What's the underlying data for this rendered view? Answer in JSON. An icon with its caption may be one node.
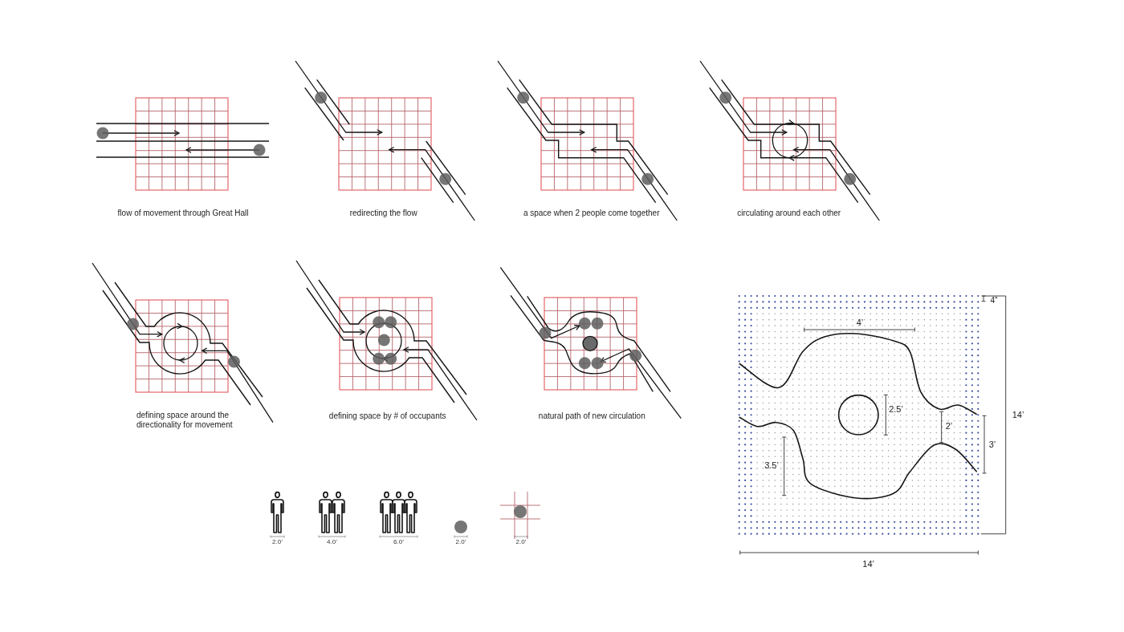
{
  "diagram": {
    "labels": [
      "flow of movement through Great Hall",
      "redirecting the flow",
      "a space when 2 people come together",
      "circulating around each other",
      "defining space around the directionality for movement",
      "defining space by # of occupants",
      "natural path of new circulation",
      "2.0’",
      "4.0’",
      "6.0’",
      "2.0’",
      "2.0’",
      "4”",
      "4’",
      "2.5’",
      "14’",
      "2’",
      "3’",
      "3.5’",
      "14’"
    ]
  }
}
